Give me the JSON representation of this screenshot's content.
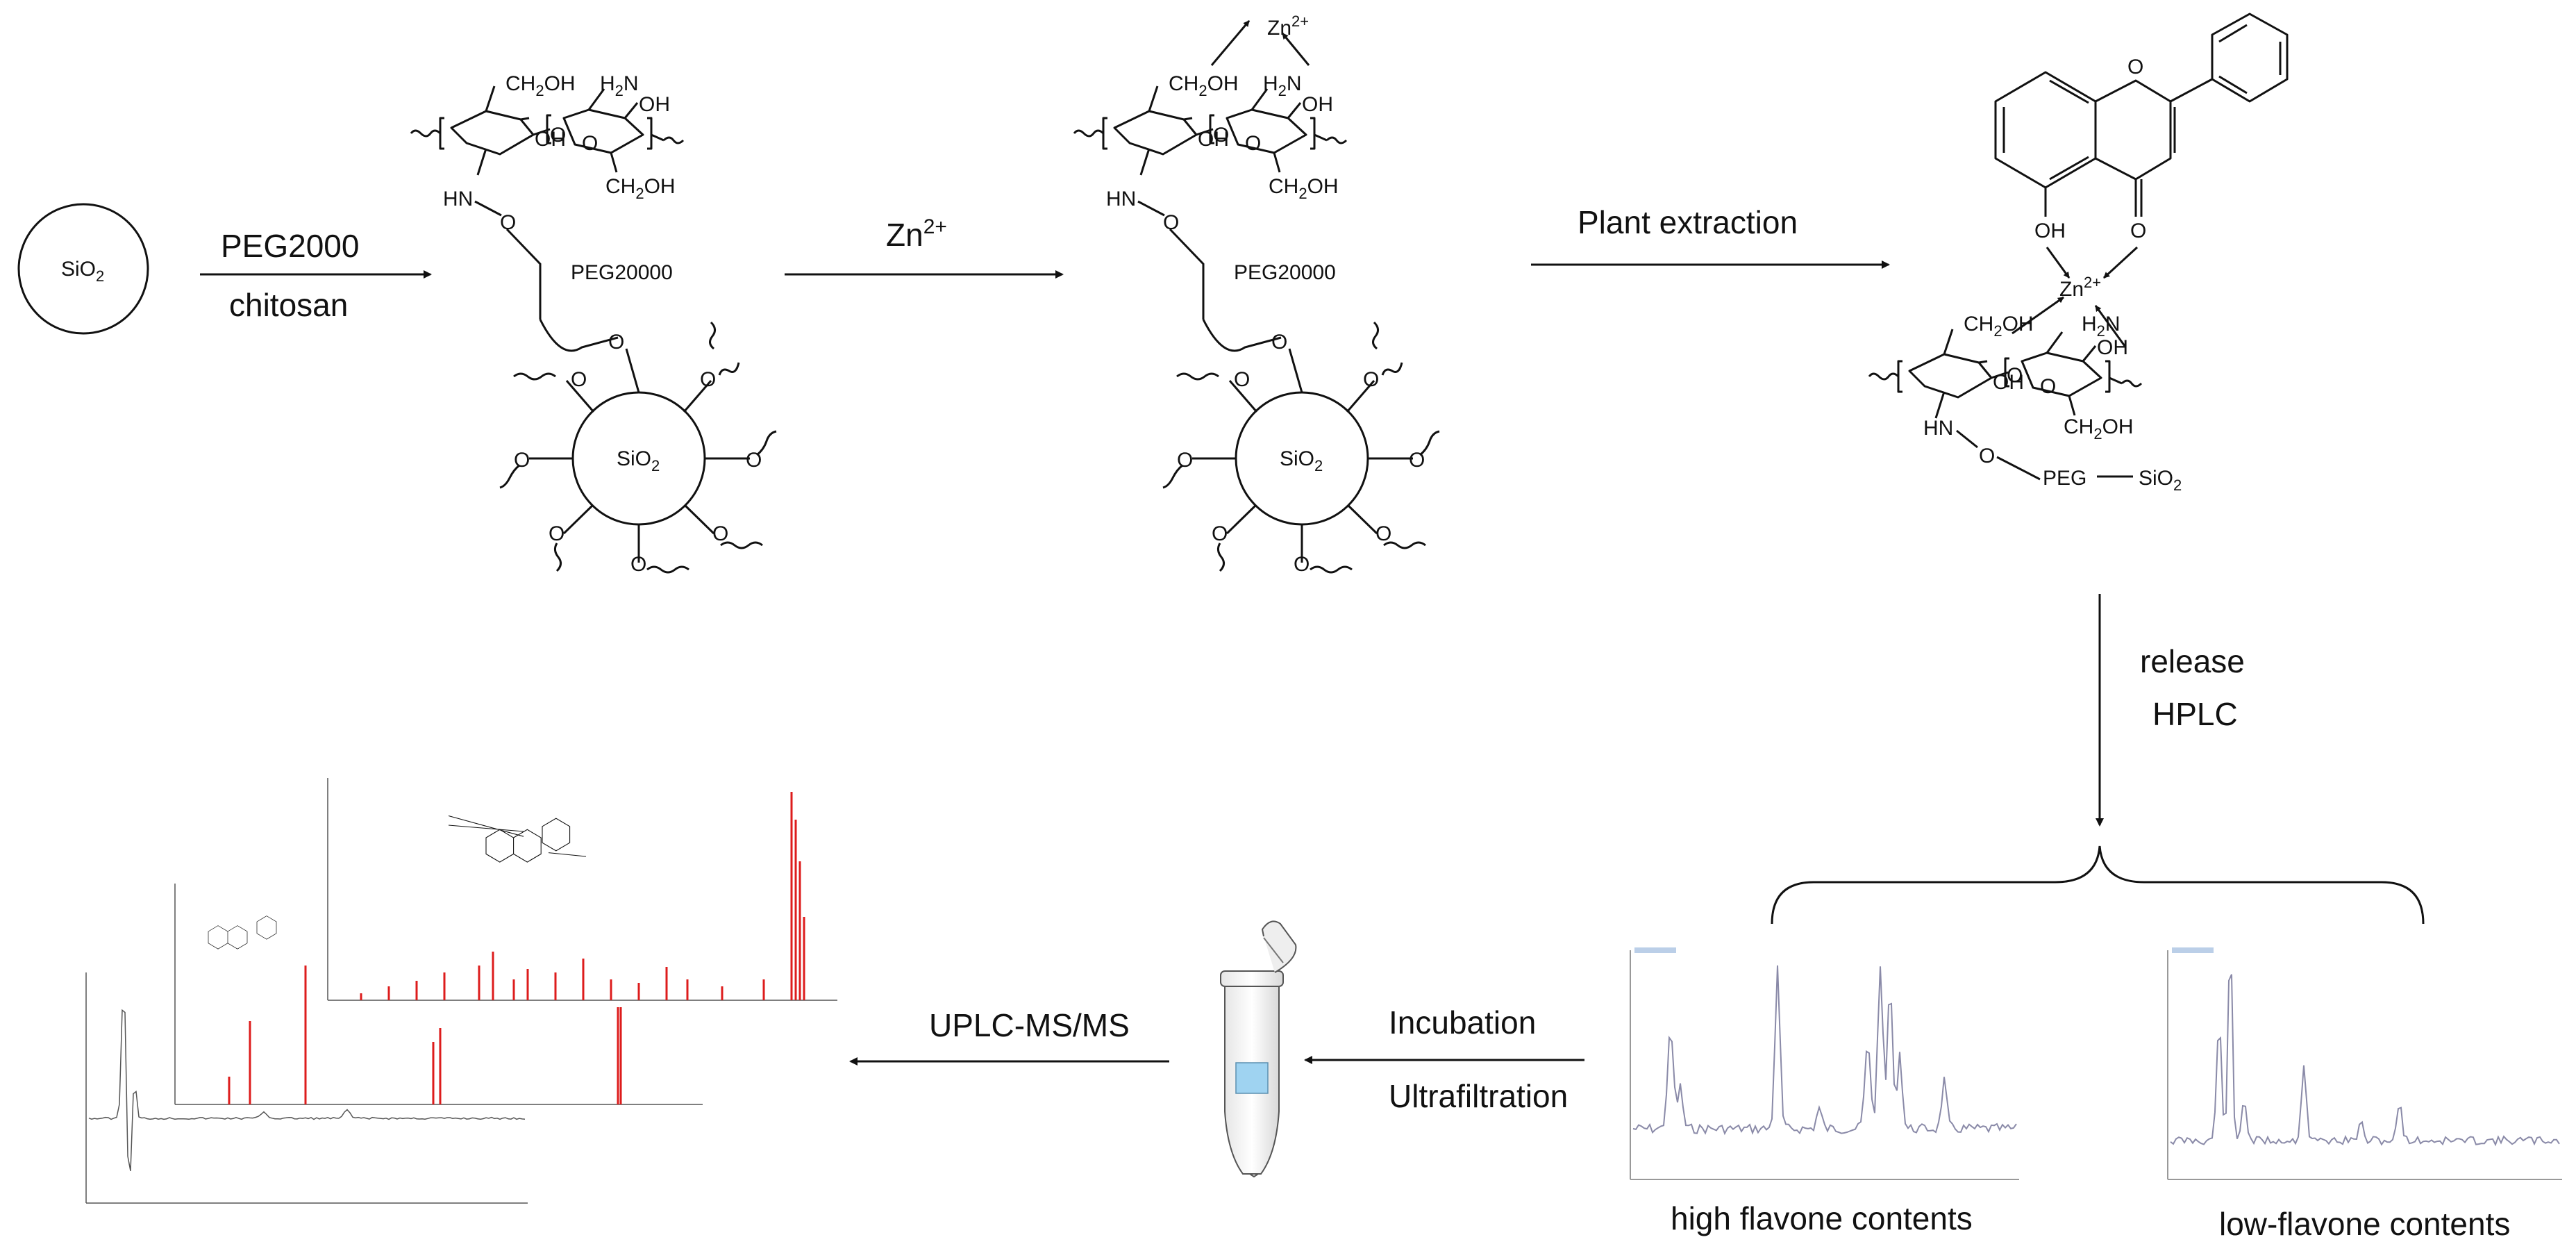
{
  "labels": {
    "sio2": "SiO",
    "sio2_sub": "2",
    "peg2000": "PEG2000",
    "chitosan": "chitosan",
    "zn_base": "Zn",
    "zn_sup": "2+",
    "peg20000": "PEG20000",
    "plant_extraction": "Plant extraction",
    "release": "release",
    "hplc": "HPLC",
    "incubation": "Incubation",
    "ultrafiltration": "Ultrafiltration",
    "uplc": "UPLC-MS/MS",
    "high_flavone": "high flavone contents",
    "low_flavone": "low-flavone contents",
    "ch2oh": "CH",
    "ch2oh_sub": "2",
    "ch2oh_end": "OH",
    "h2n": "H",
    "h2n_sub": "2",
    "h2n_end": "N",
    "oh": "OH",
    "o": "O",
    "hn": "HN",
    "peg": "PEG",
    "peg_sio2": "SiO"
  },
  "colors": {
    "ink": "#111111",
    "chrom_line": "#8a8aa8",
    "ms_red": "#dd1c1c",
    "tube_fill": "#9fd3f1"
  }
}
